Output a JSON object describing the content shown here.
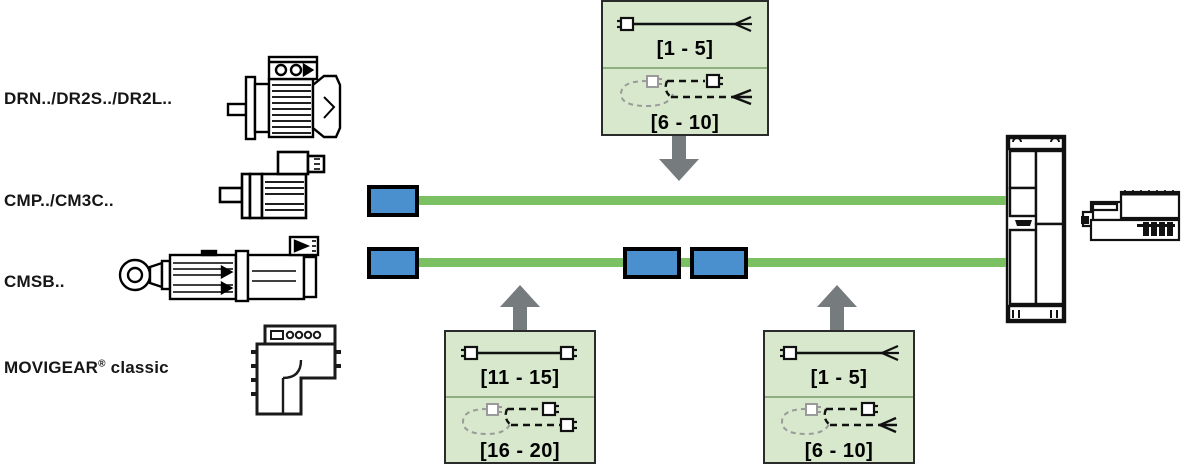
{
  "diagram": {
    "title": "SEW Drive Cable Connection Overview",
    "colors": {
      "bus_green": "#7BC163",
      "block_blue": "#4A90CE",
      "box_green_fill": "#D7E8CC",
      "box_border": "#2b2b2b",
      "arrow_gray": "#767B7D"
    }
  },
  "product_labels": [
    {
      "name": "label-drn",
      "text": "DRN../DR2S../DR2L.."
    },
    {
      "name": "label-cmp",
      "text": "CMP../CM3C.."
    },
    {
      "name": "label-cmsb",
      "text": "CMSB.."
    },
    {
      "name": "label-movigear",
      "text": "MOVIGEAR",
      "superscript": "®",
      "suffix": " classic"
    }
  ],
  "equipment": [
    {
      "name": "motor-drn",
      "caption": "DRN../DR2S../DR2L.."
    },
    {
      "name": "motor-cmp",
      "caption": "CMP../CM3C.."
    },
    {
      "name": "motor-cmsb",
      "caption": "CMSB.."
    },
    {
      "name": "drive-movigear",
      "caption": "MOVIGEAR classic"
    },
    {
      "name": "inverter-cabinet-unit",
      "caption": ""
    },
    {
      "name": "control-module-unit",
      "caption": ""
    }
  ],
  "info_boxes": [
    {
      "name": "info-box-top",
      "position": "top-center",
      "sections": [
        {
          "icon": "cable-plug-to-open-ends",
          "range": "[1 - 5]"
        },
        {
          "icon": "coiled-cable-plug-to-open-ends",
          "range": "[6 - 10]"
        }
      ]
    },
    {
      "name": "info-box-bottom-left",
      "position": "bottom-left",
      "sections": [
        {
          "icon": "cable-plug-to-plug",
          "range": "[11 - 15]"
        },
        {
          "icon": "coiled-cable-plug-to-plug",
          "range": "[16 - 20]"
        }
      ]
    },
    {
      "name": "info-box-bottom-right",
      "position": "bottom-right",
      "sections": [
        {
          "icon": "cable-plug-to-open-ends",
          "range": "[1 - 5]"
        },
        {
          "icon": "coiled-cable-plug-to-open-ends",
          "range": "[6 - 10]"
        }
      ]
    }
  ],
  "bus_lines": [
    {
      "name": "bus-line-upper",
      "blocks": 1
    },
    {
      "name": "bus-line-lower",
      "blocks": 3
    }
  ],
  "arrows": [
    {
      "name": "arrow-down-top",
      "direction": "down"
    },
    {
      "name": "arrow-up-left",
      "direction": "up"
    },
    {
      "name": "arrow-up-right",
      "direction": "up"
    }
  ]
}
